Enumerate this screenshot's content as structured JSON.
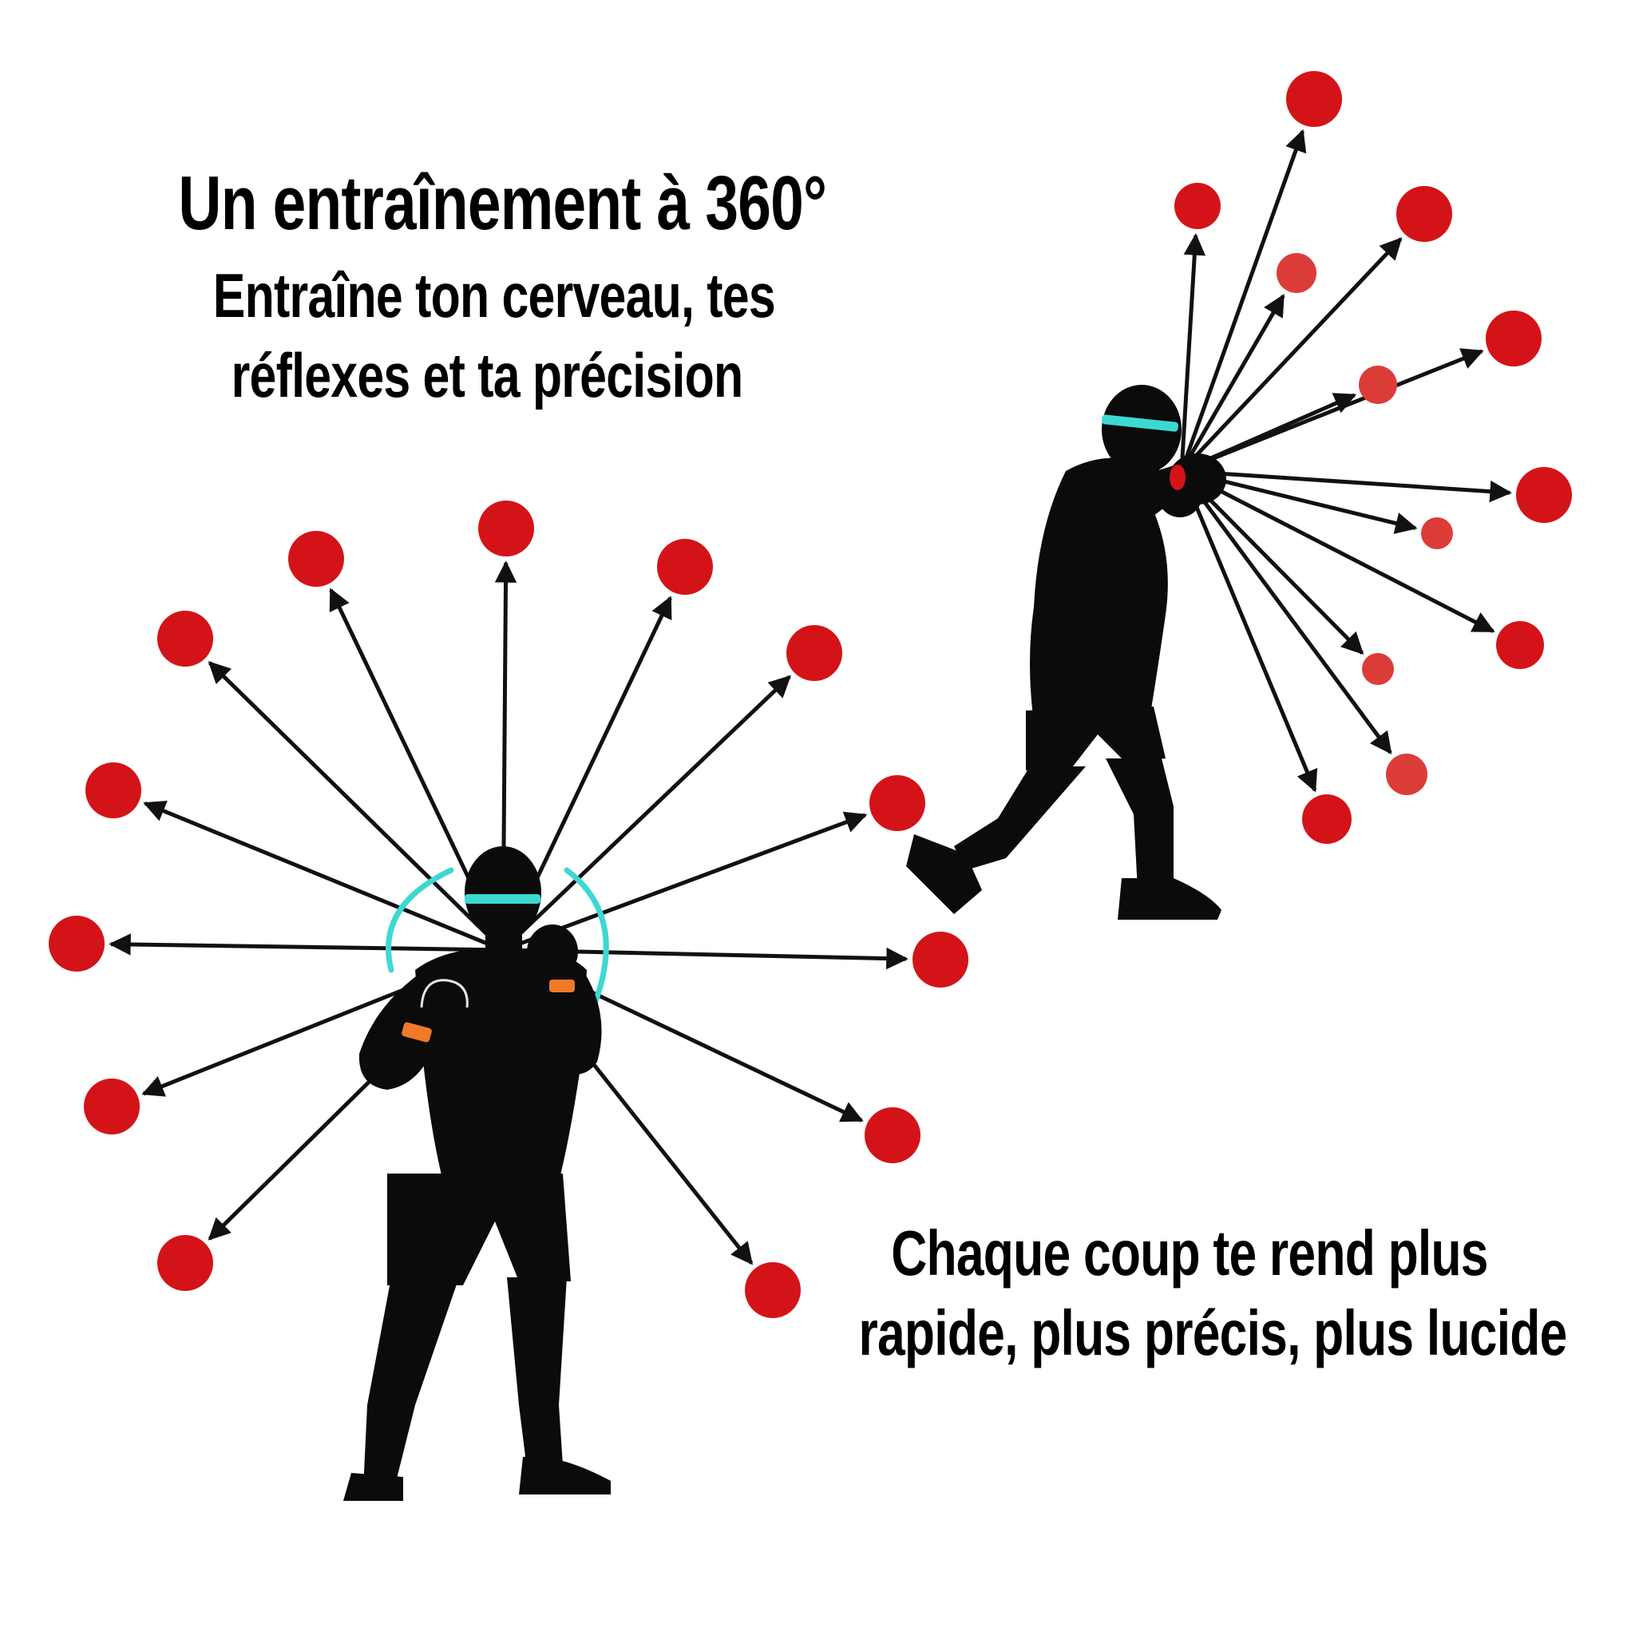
{
  "headline": "Un entraînement à 360°",
  "subheadline": {
    "line1": "Entraîne ton cerveau, tes",
    "line2": "réflexes et ta précision"
  },
  "tagline": {
    "line1": "Chaque coup te rend plus",
    "line2": "rapide, plus précis, plus lucide"
  },
  "colors": {
    "ball": "#d41318",
    "ball_faded": "#dc3c38",
    "silhouette": "#0b0b0b",
    "headband": "#3ed8d2",
    "wristband": "#f07a28",
    "arrow": "#111111",
    "background": "#ffffff"
  }
}
